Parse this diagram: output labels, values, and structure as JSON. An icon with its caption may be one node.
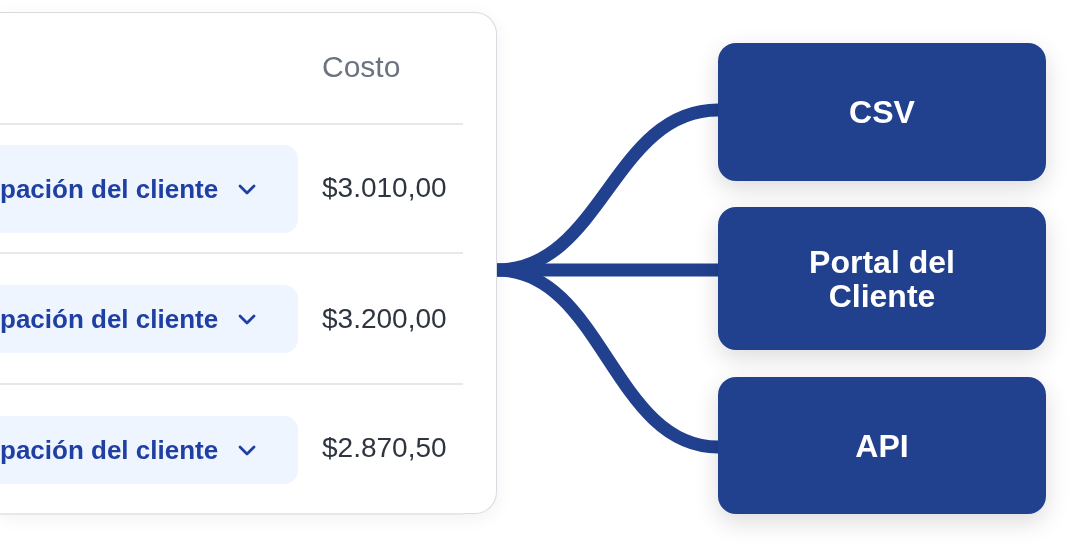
{
  "diagram": {
    "nodes": [
      {
        "text": [
          "Costo",
          "$3.010,00",
          "$3.200,00",
          "$2.870,50"
        ]
      },
      {
        "text": [
          "pación del cliente"
        ],
        "in": 0
      },
      {
        "text": [
          "pación del cliente"
        ],
        "in": 0
      },
      {
        "text": [
          "pación del cliente"
        ],
        "in": 0
      },
      {
        "text": [
          "CSV"
        ]
      },
      {
        "text": [
          "Portal del Cliente"
        ]
      },
      {
        "text": [
          "API"
        ]
      }
    ],
    "edges": [
      {
        "from": 0,
        "to": 4,
        "arrow": "none"
      },
      {
        "from": 0,
        "to": 5,
        "arrow": "none"
      },
      {
        "from": 0,
        "to": 6,
        "arrow": "none"
      }
    ]
  }
}
